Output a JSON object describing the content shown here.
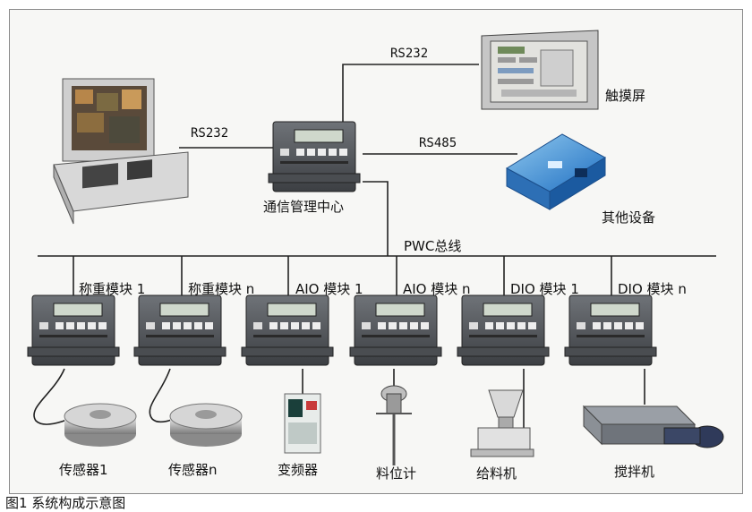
{
  "caption": "图1 系统构成示意图",
  "links": {
    "rs232_pc": "RS232",
    "rs232_touch": "RS232",
    "rs485": "RS485",
    "bus": "PWC总线"
  },
  "nodes": {
    "comm_center": "通信管理中心",
    "touch_screen": "触摸屏",
    "other_devices": "其他设备"
  },
  "modules": [
    "称重模块 1",
    "称重模块 n",
    "AIO 模块 1",
    "AIO 模块 n",
    "DIO 模块 1",
    "DIO 模块 n"
  ],
  "devices": [
    "传感器1",
    "传感器n",
    "变频器",
    "料位计",
    "给料机",
    "搅拌机"
  ]
}
